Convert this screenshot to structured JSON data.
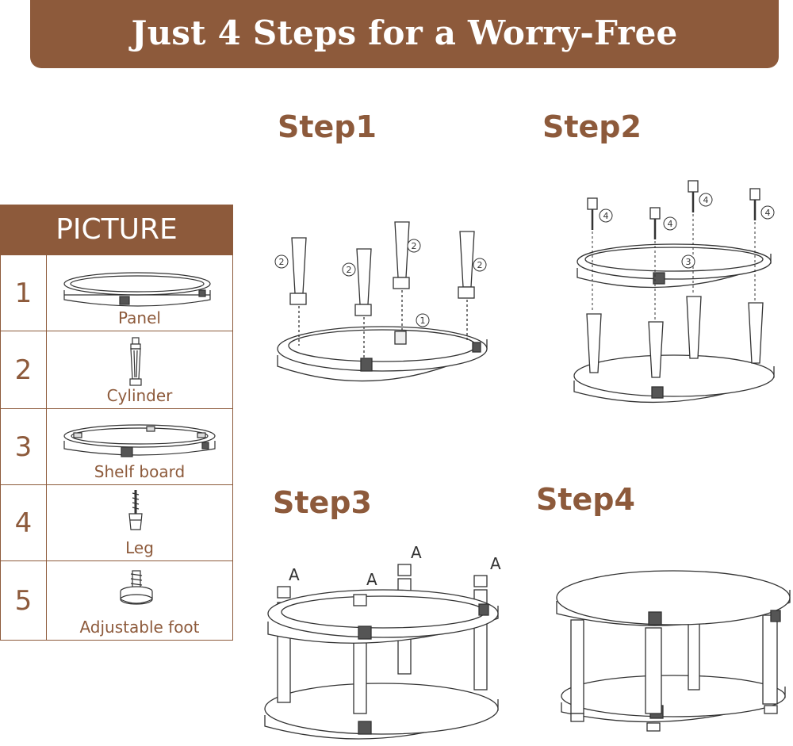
{
  "banner": {
    "title": "Just 4 Steps for a Worry-Free Installation"
  },
  "steps": [
    {
      "title": "Step1",
      "callouts": [
        "2",
        "2",
        "2",
        "2",
        "1"
      ]
    },
    {
      "title": "Step2",
      "callouts": [
        "4",
        "4",
        "4",
        "4",
        "3"
      ]
    },
    {
      "title": "Step3",
      "callouts": [
        "A",
        "A",
        "A",
        "A"
      ]
    },
    {
      "title": "Step4"
    }
  ],
  "parts": {
    "header": "PICTURE",
    "items": [
      {
        "number": "1",
        "name": "Panel",
        "icon": "oval-panel-icon"
      },
      {
        "number": "2",
        "name": "Cylinder",
        "icon": "cylinder-icon"
      },
      {
        "number": "3",
        "name": "Shelf board",
        "icon": "shelf-board-icon"
      },
      {
        "number": "4",
        "name": "Leg",
        "icon": "leg-screw-icon"
      },
      {
        "number": "5",
        "name": "Adjustable foot",
        "icon": "adjustable-foot-icon"
      }
    ]
  },
  "colors": {
    "accent": "#8d5a3b",
    "line": "#333333",
    "background": "#ffffff"
  }
}
